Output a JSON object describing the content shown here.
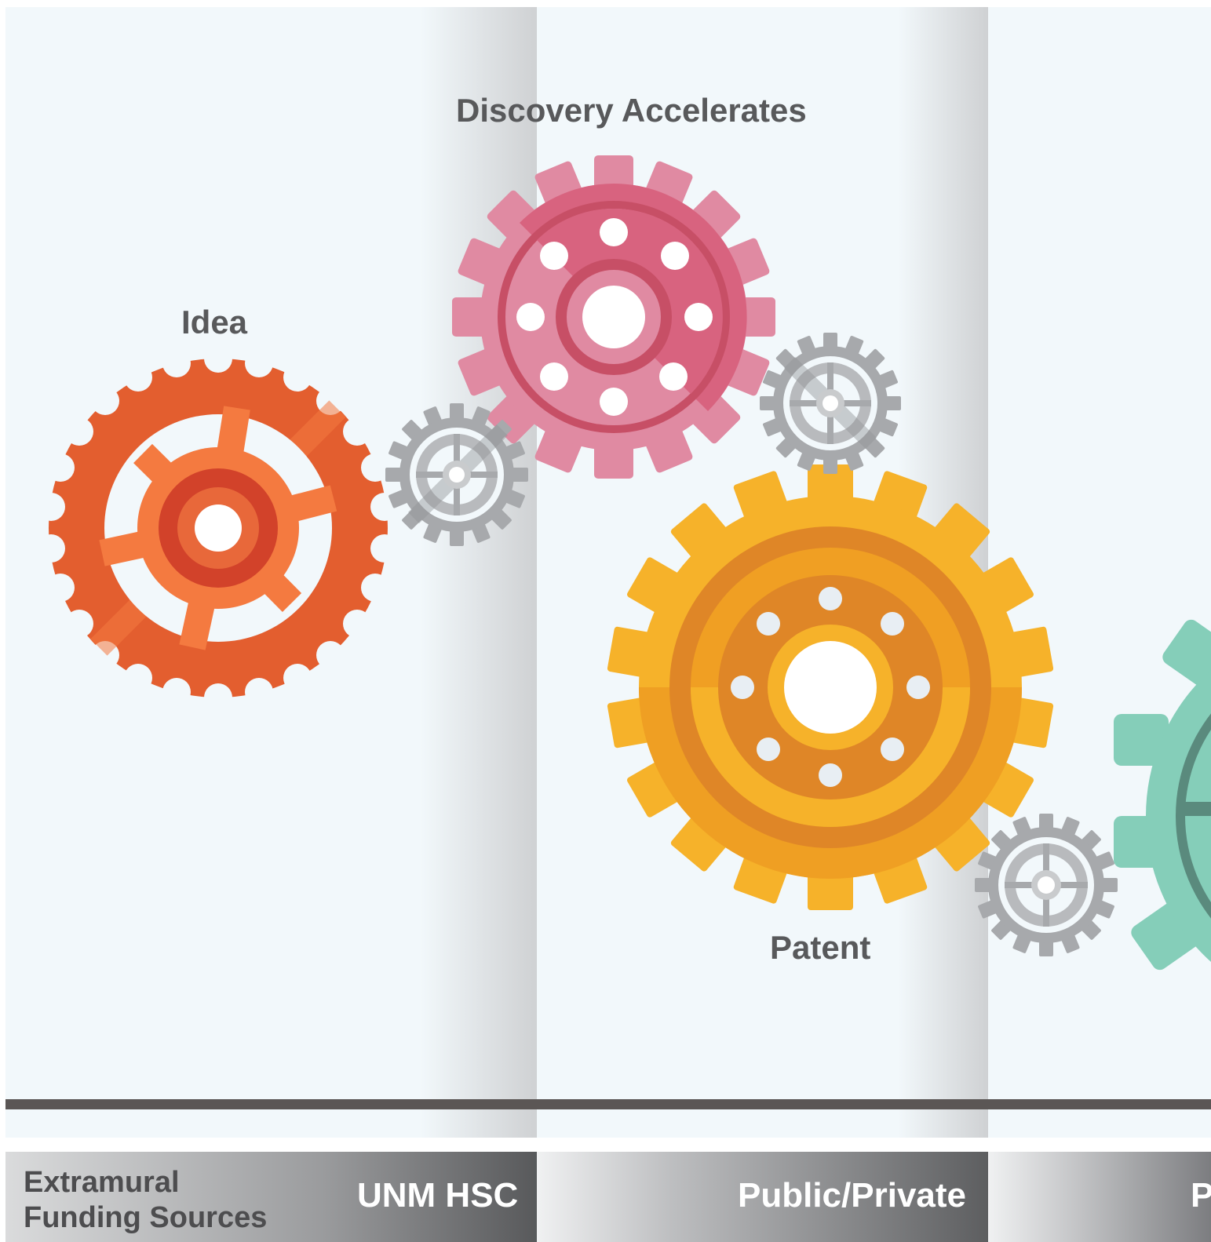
{
  "labels": {
    "discovery": "Discovery Accelerates",
    "idea": "Idea",
    "patent": "Patent"
  },
  "footer": {
    "extramural_line1": "Extramural",
    "extramural_line2": "Funding Sources",
    "unm": "UNM HSC",
    "public_private": "Public/Private",
    "cut_letter": "P"
  },
  "colors": {
    "orange": "#e35e2f",
    "pink": "#d8637f",
    "yellow": "#f6b22a",
    "teal": "#85ceb9",
    "gray": "#a7a9ac"
  }
}
